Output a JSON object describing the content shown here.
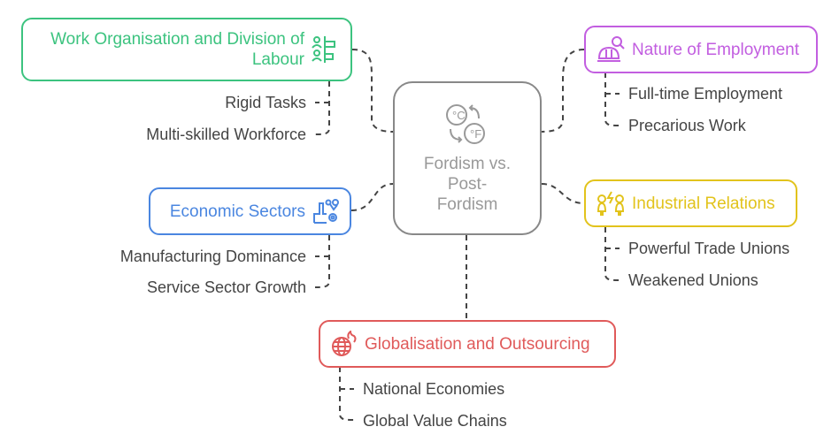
{
  "center": {
    "title_line1": "Fordism vs.",
    "title_line2": "Post-",
    "title_line3": "Fordism",
    "icon": "temperature-convert-icon",
    "color": "#999999"
  },
  "branches": {
    "work": {
      "title_line1": "Work Organisation and Division of",
      "title_line2": "Labour",
      "icon": "workers-hierarchy-icon",
      "color": "#3cc37f",
      "items": [
        "Rigid Tasks",
        "Multi-skilled Workforce"
      ]
    },
    "employment": {
      "title": "Nature of Employment",
      "icon": "hardhat-search-icon",
      "color": "#c25ee0",
      "items": [
        "Full-time Employment",
        "Precarious Work"
      ]
    },
    "sectors": {
      "title": "Economic Sectors",
      "icon": "factory-gear-icon",
      "color": "#4a86e0",
      "items": [
        "Manufacturing Dominance",
        "Service Sector Growth"
      ]
    },
    "relations": {
      "title": "Industrial Relations",
      "icon": "people-conflict-icon",
      "color": "#e2c31c",
      "items": [
        "Powerful Trade Unions",
        "Weakened Unions"
      ]
    },
    "global": {
      "title": "Globalisation and Outsourcing",
      "icon": "globe-fire-icon",
      "color": "#e05a5a",
      "items": [
        "National Economies",
        "Global Value Chains"
      ]
    }
  }
}
